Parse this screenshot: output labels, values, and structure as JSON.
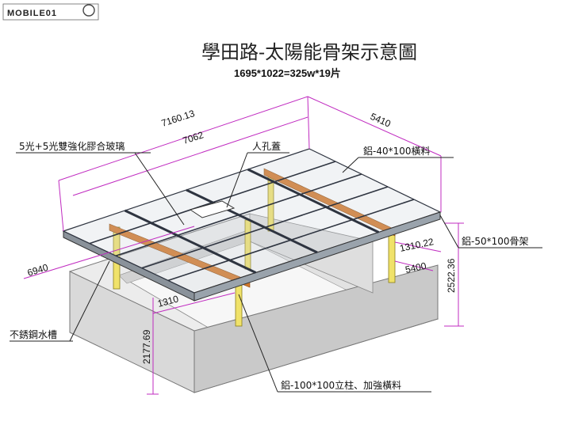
{
  "logo": {
    "text": "MOBILE01"
  },
  "title": "學田路-太陽能骨架示意圖",
  "subtitle": "1695*1022=325w*19片",
  "dimensions": {
    "length_outer": "7160.13",
    "length_inner": "7062",
    "width_top": "5410",
    "base_length": "6940",
    "base_width": "5400",
    "inner_offset": "1310",
    "right_offset": "1310.22",
    "height_right": "2522.36",
    "height_left": "2177.69"
  },
  "labels": {
    "glass": "5光+5光雙強化膠合玻璃",
    "manhole": "人孔蓋",
    "cross_beam": "鋁-40*100橫料",
    "main_frame": "鋁-50*100骨架",
    "gutter": "不銹鋼水槽",
    "posts": "鋁-100*100立柱、加強橫料"
  },
  "colors": {
    "dimension": "#c02bc0",
    "frame_fill": "#b8c2cc",
    "post": "#f0e26a",
    "beam": "#d4782a",
    "wall_front": "#d9d9d9",
    "wall_top": "#ececec"
  }
}
